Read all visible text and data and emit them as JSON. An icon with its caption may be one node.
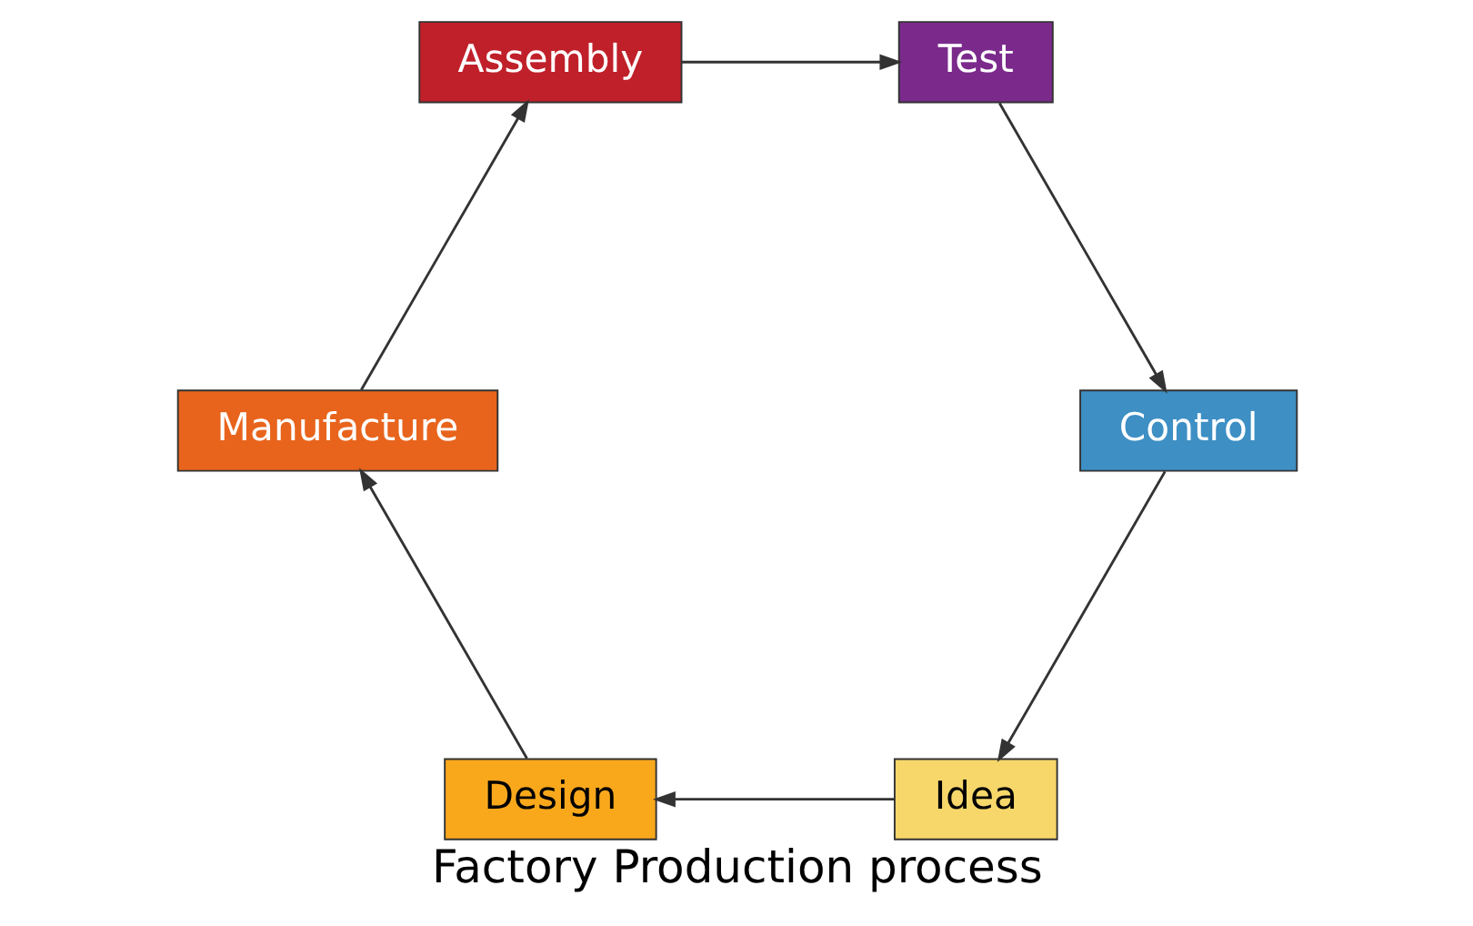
{
  "diagram": {
    "title": "Factory Production process",
    "nodes": [
      {
        "text": [
          "Idea"
        ]
      },
      {
        "text": [
          "Design"
        ]
      },
      {
        "text": [
          "Manufacture"
        ]
      },
      {
        "text": [
          "Assembly"
        ]
      },
      {
        "text": [
          "Test"
        ]
      },
      {
        "text": [
          "Control"
        ]
      }
    ],
    "edges": [
      {
        "from": 0,
        "to": 1,
        "arrow": "to"
      },
      {
        "from": 1,
        "to": 2,
        "arrow": "to"
      },
      {
        "from": 2,
        "to": 3,
        "arrow": "to"
      },
      {
        "from": 3,
        "to": 4,
        "arrow": "to"
      },
      {
        "from": 4,
        "to": 5,
        "arrow": "to"
      },
      {
        "from": 5,
        "to": 0,
        "arrow": "to"
      }
    ]
  }
}
